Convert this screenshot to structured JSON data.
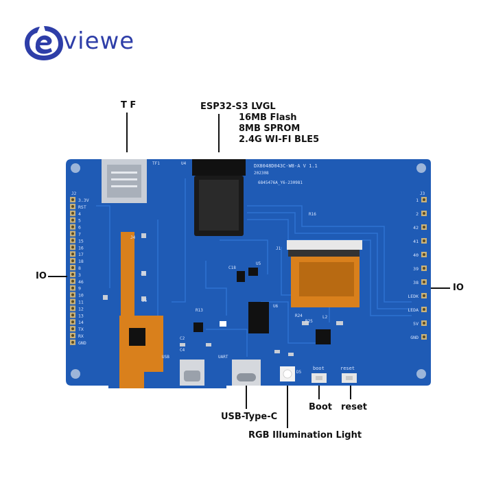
{
  "brand": {
    "name": "viewe",
    "logo_icon": "viewe-e-logo-icon",
    "color": "#2e3ea8"
  },
  "callouts": {
    "tf": "T F",
    "chip_title": "ESP32-S3 LVGL",
    "chip_flash": "16MB  Flash",
    "chip_sprom": "8MB  SPROM",
    "chip_wifi": "2.4G WI-FI  BLE5",
    "io_left": "IO",
    "io_right": "IO",
    "usb_type_c": "USB-Type-C",
    "rgb_light": "RGB Illumination Light",
    "boot": "Boot",
    "reset": "reset"
  },
  "board": {
    "pcb_color": "#1f5bb5",
    "model_text": "DX8048D043C-W8-A V 1.1",
    "date_code": "202308",
    "serial_text": "6845476A_Y6-230981",
    "left_header_id": "J2",
    "right_header_id": "J3",
    "left_pin_labels": [
      "3.3V",
      "RST",
      "4",
      "5",
      "6",
      "7",
      "15",
      "16",
      "17",
      "18",
      "8",
      "3",
      "46",
      "9",
      "10",
      "11",
      "12",
      "13",
      "14",
      "TX",
      "RX",
      "GND"
    ],
    "right_pin_labels": [
      "1",
      "2",
      "42",
      "41",
      "40",
      "39",
      "38",
      "LEDK",
      "LEDA",
      "5V",
      "GND"
    ],
    "silk_usb": "USB",
    "silk_uart": "UART",
    "silk_boot": "boot",
    "silk_reset": "reset",
    "silk_tf": "TF1",
    "silk_u4": "U4",
    "silk_j1": "J1",
    "silk_j4": "J4",
    "silk_j5": "J5",
    "silk_j6": "J6",
    "silk_u5": "U5",
    "silk_u6": "U6",
    "silk_r16": "R16",
    "silk_r13": "R13",
    "silk_c18": "C18",
    "silk_c2": "C2",
    "silk_c4": "C4",
    "silk_d5": "D5",
    "silk_l2": "L2",
    "silk_r24": "R24",
    "silk_r25": "R25"
  }
}
